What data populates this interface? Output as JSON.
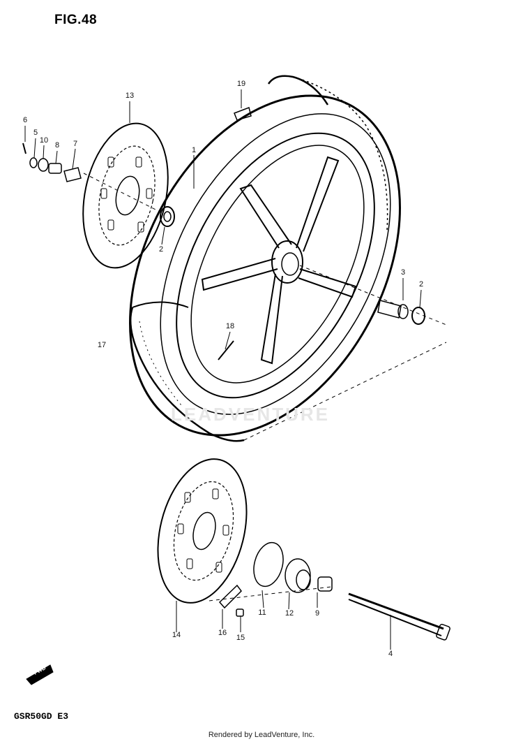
{
  "figure": {
    "title": "FIG.48",
    "model_code": "GSR50GD  E3",
    "footer": "Rendered by LeadVenture, Inc.",
    "watermark": "LEADVENTURE",
    "fwd_label": "FWD"
  },
  "callouts": [
    {
      "id": "1",
      "part": "wheel"
    },
    {
      "id": "2",
      "part": "bearing-left"
    },
    {
      "id": "2",
      "part": "bearing-right"
    },
    {
      "id": "3",
      "part": "spacer-right"
    },
    {
      "id": "4",
      "part": "front-axle"
    },
    {
      "id": "5",
      "part": "cotter-pin-washer"
    },
    {
      "id": "6",
      "part": "cotter-pin"
    },
    {
      "id": "7",
      "part": "spacer-left"
    },
    {
      "id": "8",
      "part": "collar"
    },
    {
      "id": "9",
      "part": "collar-lower"
    },
    {
      "id": "10",
      "part": "washer"
    },
    {
      "id": "11",
      "part": "dust-seal"
    },
    {
      "id": "12",
      "part": "speedometer-gearbox"
    },
    {
      "id": "13",
      "part": "brake-disc-upper"
    },
    {
      "id": "14",
      "part": "brake-disc-lower"
    },
    {
      "id": "15",
      "part": "disc-bolt"
    },
    {
      "id": "16",
      "part": "lock-washer"
    },
    {
      "id": "17",
      "part": "tire"
    },
    {
      "id": "18",
      "part": "valve"
    },
    {
      "id": "19",
      "part": "balancer-weight"
    }
  ]
}
